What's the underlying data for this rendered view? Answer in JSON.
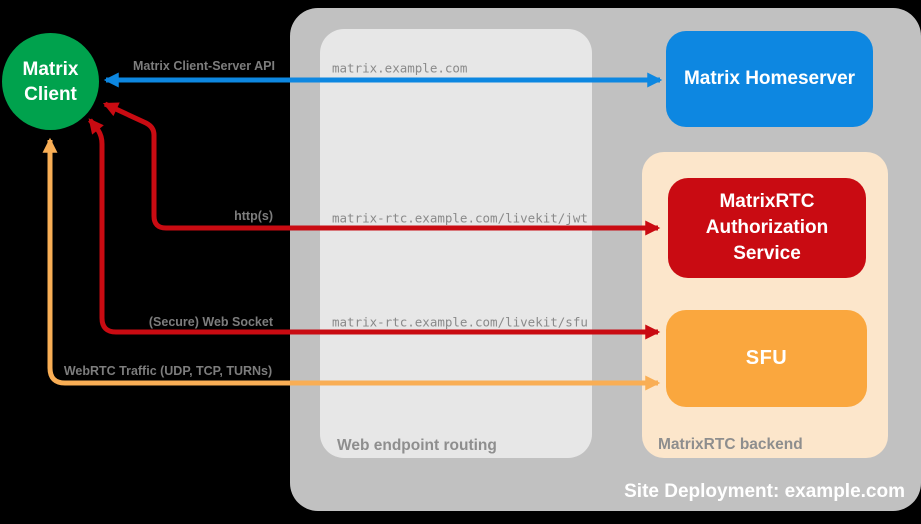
{
  "colors": {
    "background": "#000000",
    "site_container": "#C1C1C1",
    "routing_container": "#E7E7E7",
    "backend_container": "#FCE6CB",
    "client_green": "#00A24D",
    "homeserver_blue": "#0D87E1",
    "auth_service_red": "#C90B12",
    "sfu_orange": "#FAA73E",
    "arrow_blue": "#0D87E1",
    "arrow_red": "#C90B12",
    "arrow_orange": "#F9AE55",
    "connection_label_gray": "#7D7D7D",
    "endpoint_text_gray": "#8A8A8A",
    "zone_label_gray": "#8E8E8E"
  },
  "nodes": {
    "client": {
      "label": "Matrix Client"
    },
    "homeserver": {
      "label": "Matrix Homeserver"
    },
    "auth_service": {
      "label": "MatrixRTC Authorization Service"
    },
    "sfu": {
      "label": "SFU"
    }
  },
  "containers": {
    "site": {
      "label": "Site Deployment: example.com"
    },
    "routing": {
      "label": "Web endpoint routing"
    },
    "backend": {
      "label": "MatrixRTC backend"
    }
  },
  "connections": [
    {
      "label": "Matrix Client-Server API",
      "endpoint": "matrix.example.com",
      "from": "Matrix Client",
      "to": "Matrix Homeserver",
      "color": "#0D87E1",
      "bidirectional": true
    },
    {
      "label": "http(s)",
      "endpoint": "matrix-rtc.example.com/livekit/jwt",
      "from": "Matrix Client",
      "to": "MatrixRTC Authorization Service",
      "color": "#C90B12",
      "bidirectional": true
    },
    {
      "label": "(Secure) Web Socket",
      "endpoint": "matrix-rtc.example.com/livekit/sfu",
      "from": "Matrix Client",
      "to": "SFU",
      "color": "#C90B12",
      "bidirectional": true
    },
    {
      "label": "WebRTC Traffic (UDP, TCP, TURNs)",
      "endpoint": "",
      "from": "Matrix Client",
      "to": "SFU",
      "color": "#F9AE55",
      "bidirectional": true
    }
  ]
}
